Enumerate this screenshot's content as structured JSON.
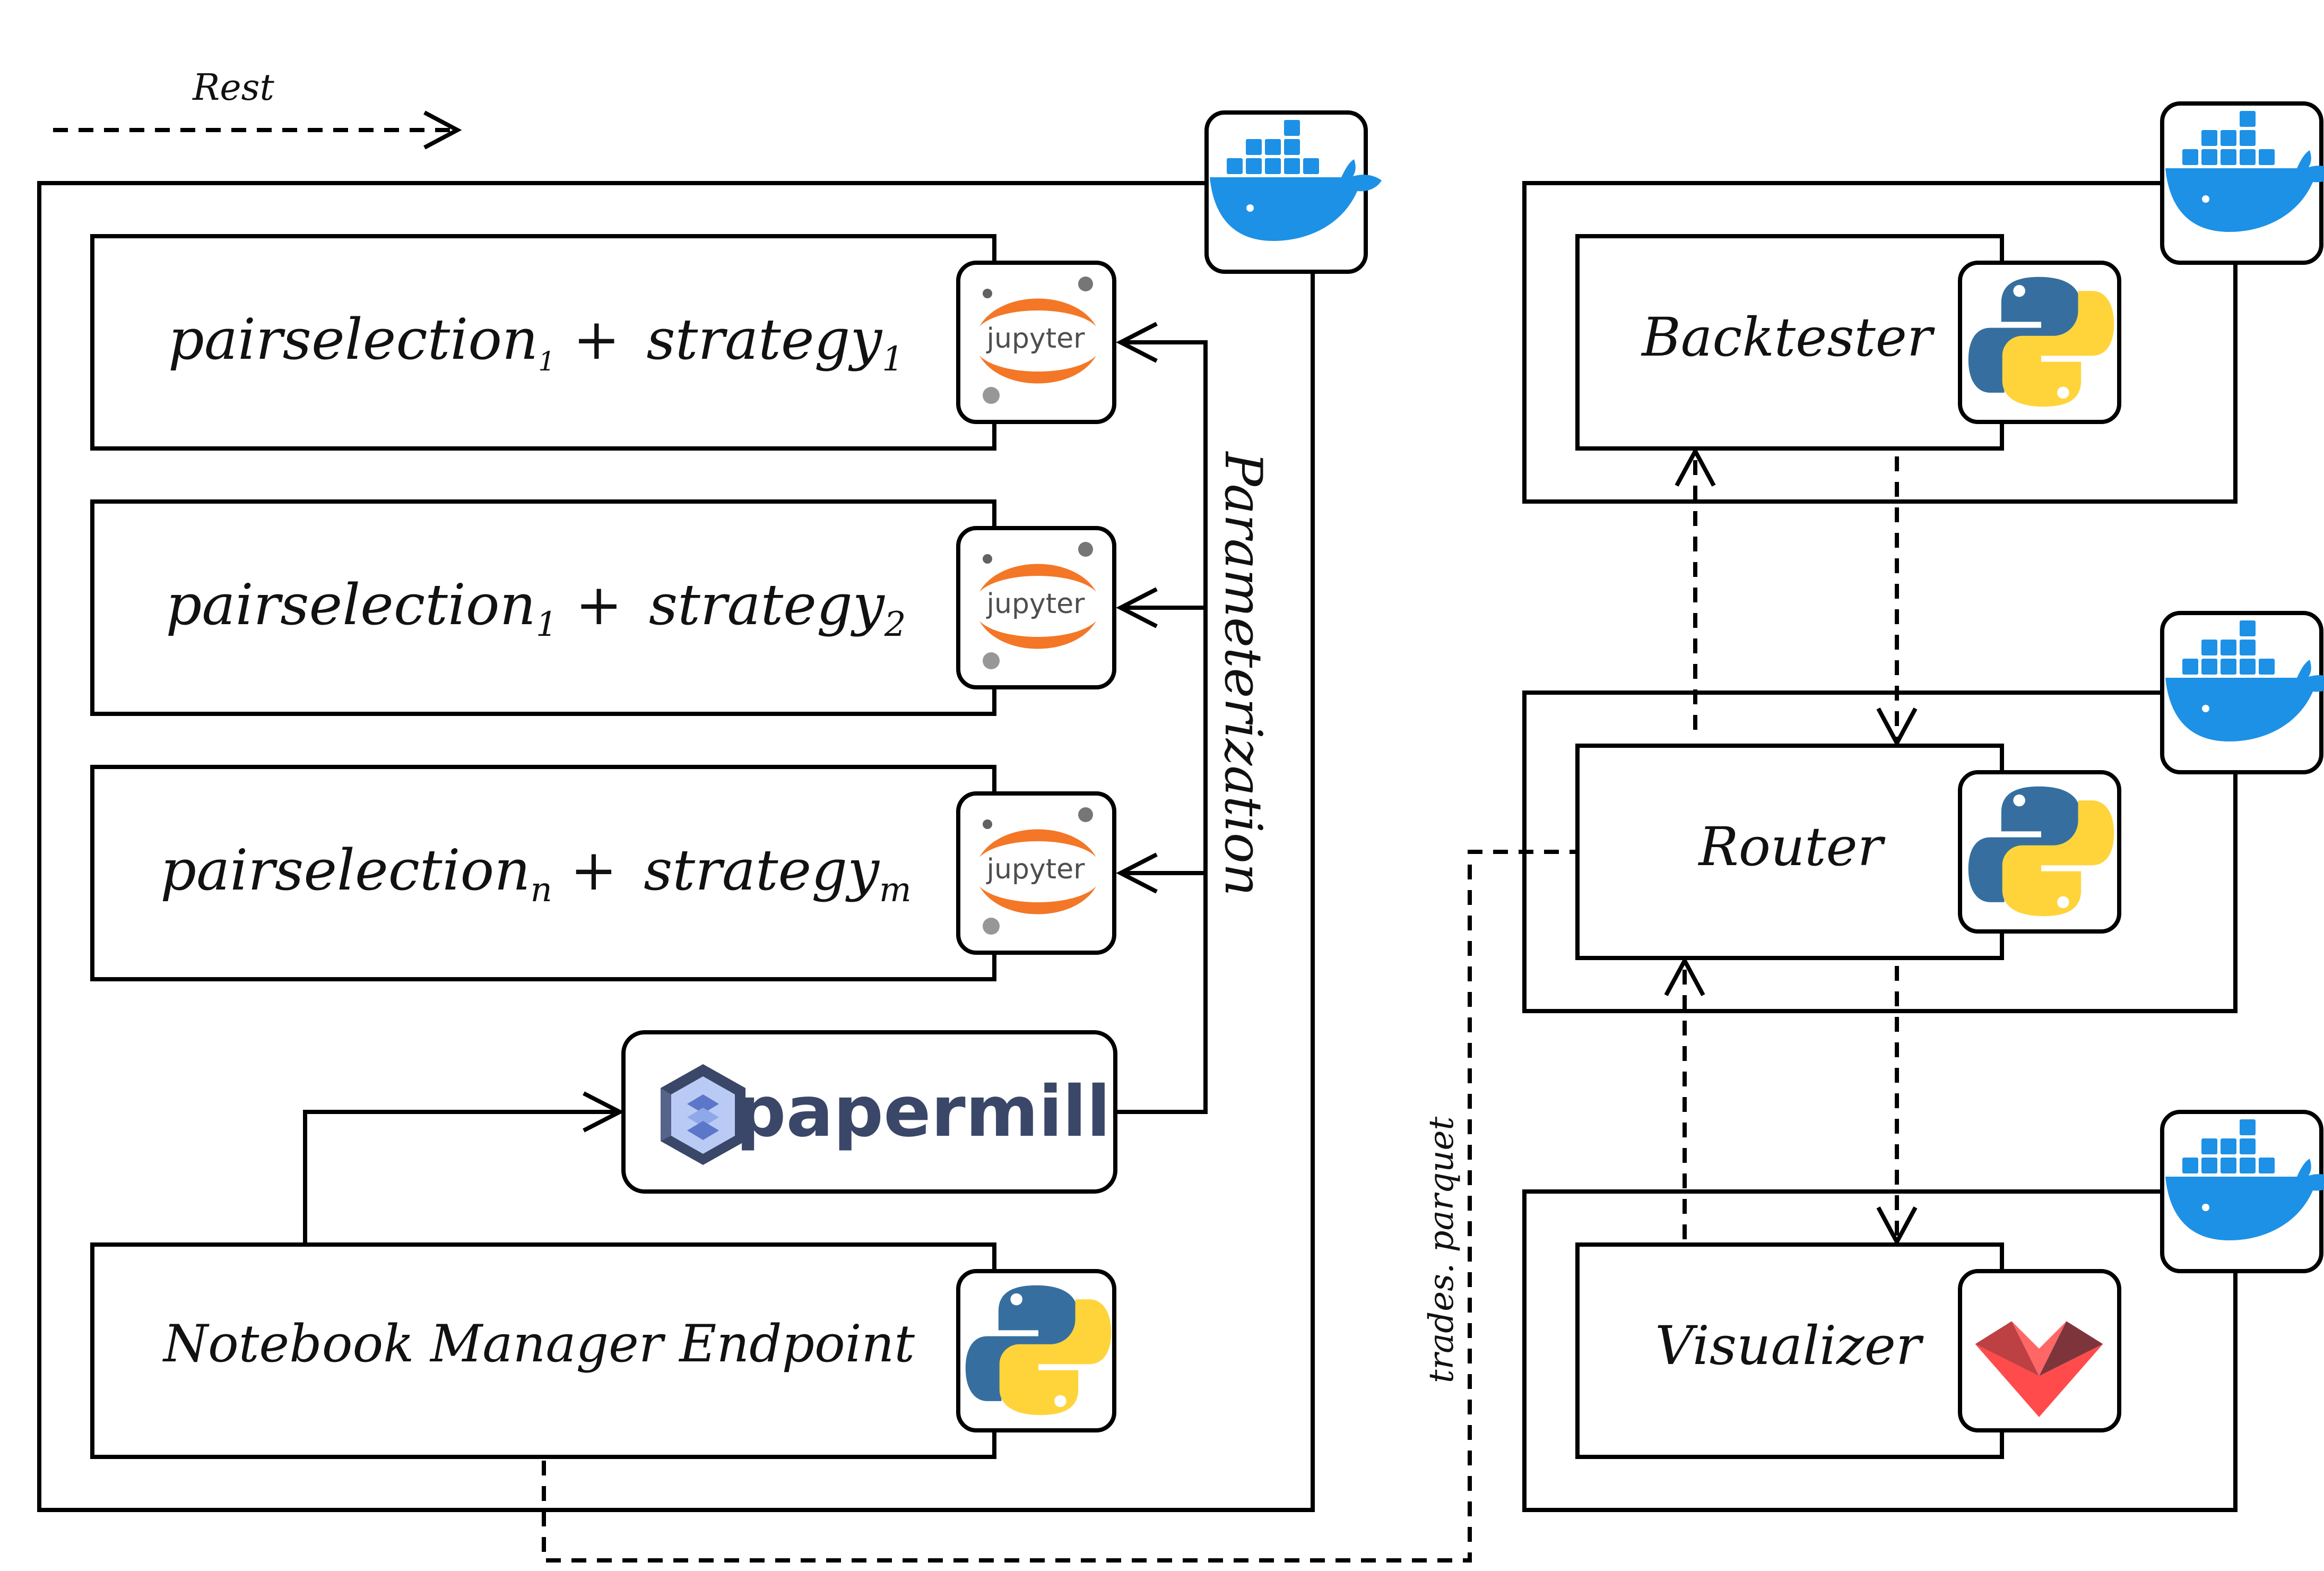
{
  "legend": {
    "label": "Rest"
  },
  "notebooks": [
    {
      "base1": "pairselection",
      "sub1": "1",
      "base2": "strategy",
      "sub2": "1"
    },
    {
      "base1": "pairselection",
      "sub1": "1",
      "base2": "strategy",
      "sub2": "2"
    },
    {
      "base1": "pairselection",
      "sub1": "n",
      "base2": "strategy",
      "sub2": "m"
    }
  ],
  "operator": "+",
  "parameterization_label": "Parameterization",
  "papermill_label": "papermill",
  "jupyter_label": "jupyter",
  "notebook_manager_label": "Notebook Manager Endpoint",
  "trades_label": "trades. parquet",
  "services": {
    "backtester": "Backtester",
    "router": "Router",
    "visualizer": "Visualizer"
  },
  "colors": {
    "docker_blue": "#1D91E6",
    "jupyter_orange": "#F37726",
    "python_blue": "#366F9F",
    "python_yellow": "#FFD43B",
    "papermill_navy": "#3A4768",
    "papermill_light": "#8FA9E8",
    "streamlit_red": "#FF4B4B",
    "streamlit_dark": "#7D353B"
  }
}
